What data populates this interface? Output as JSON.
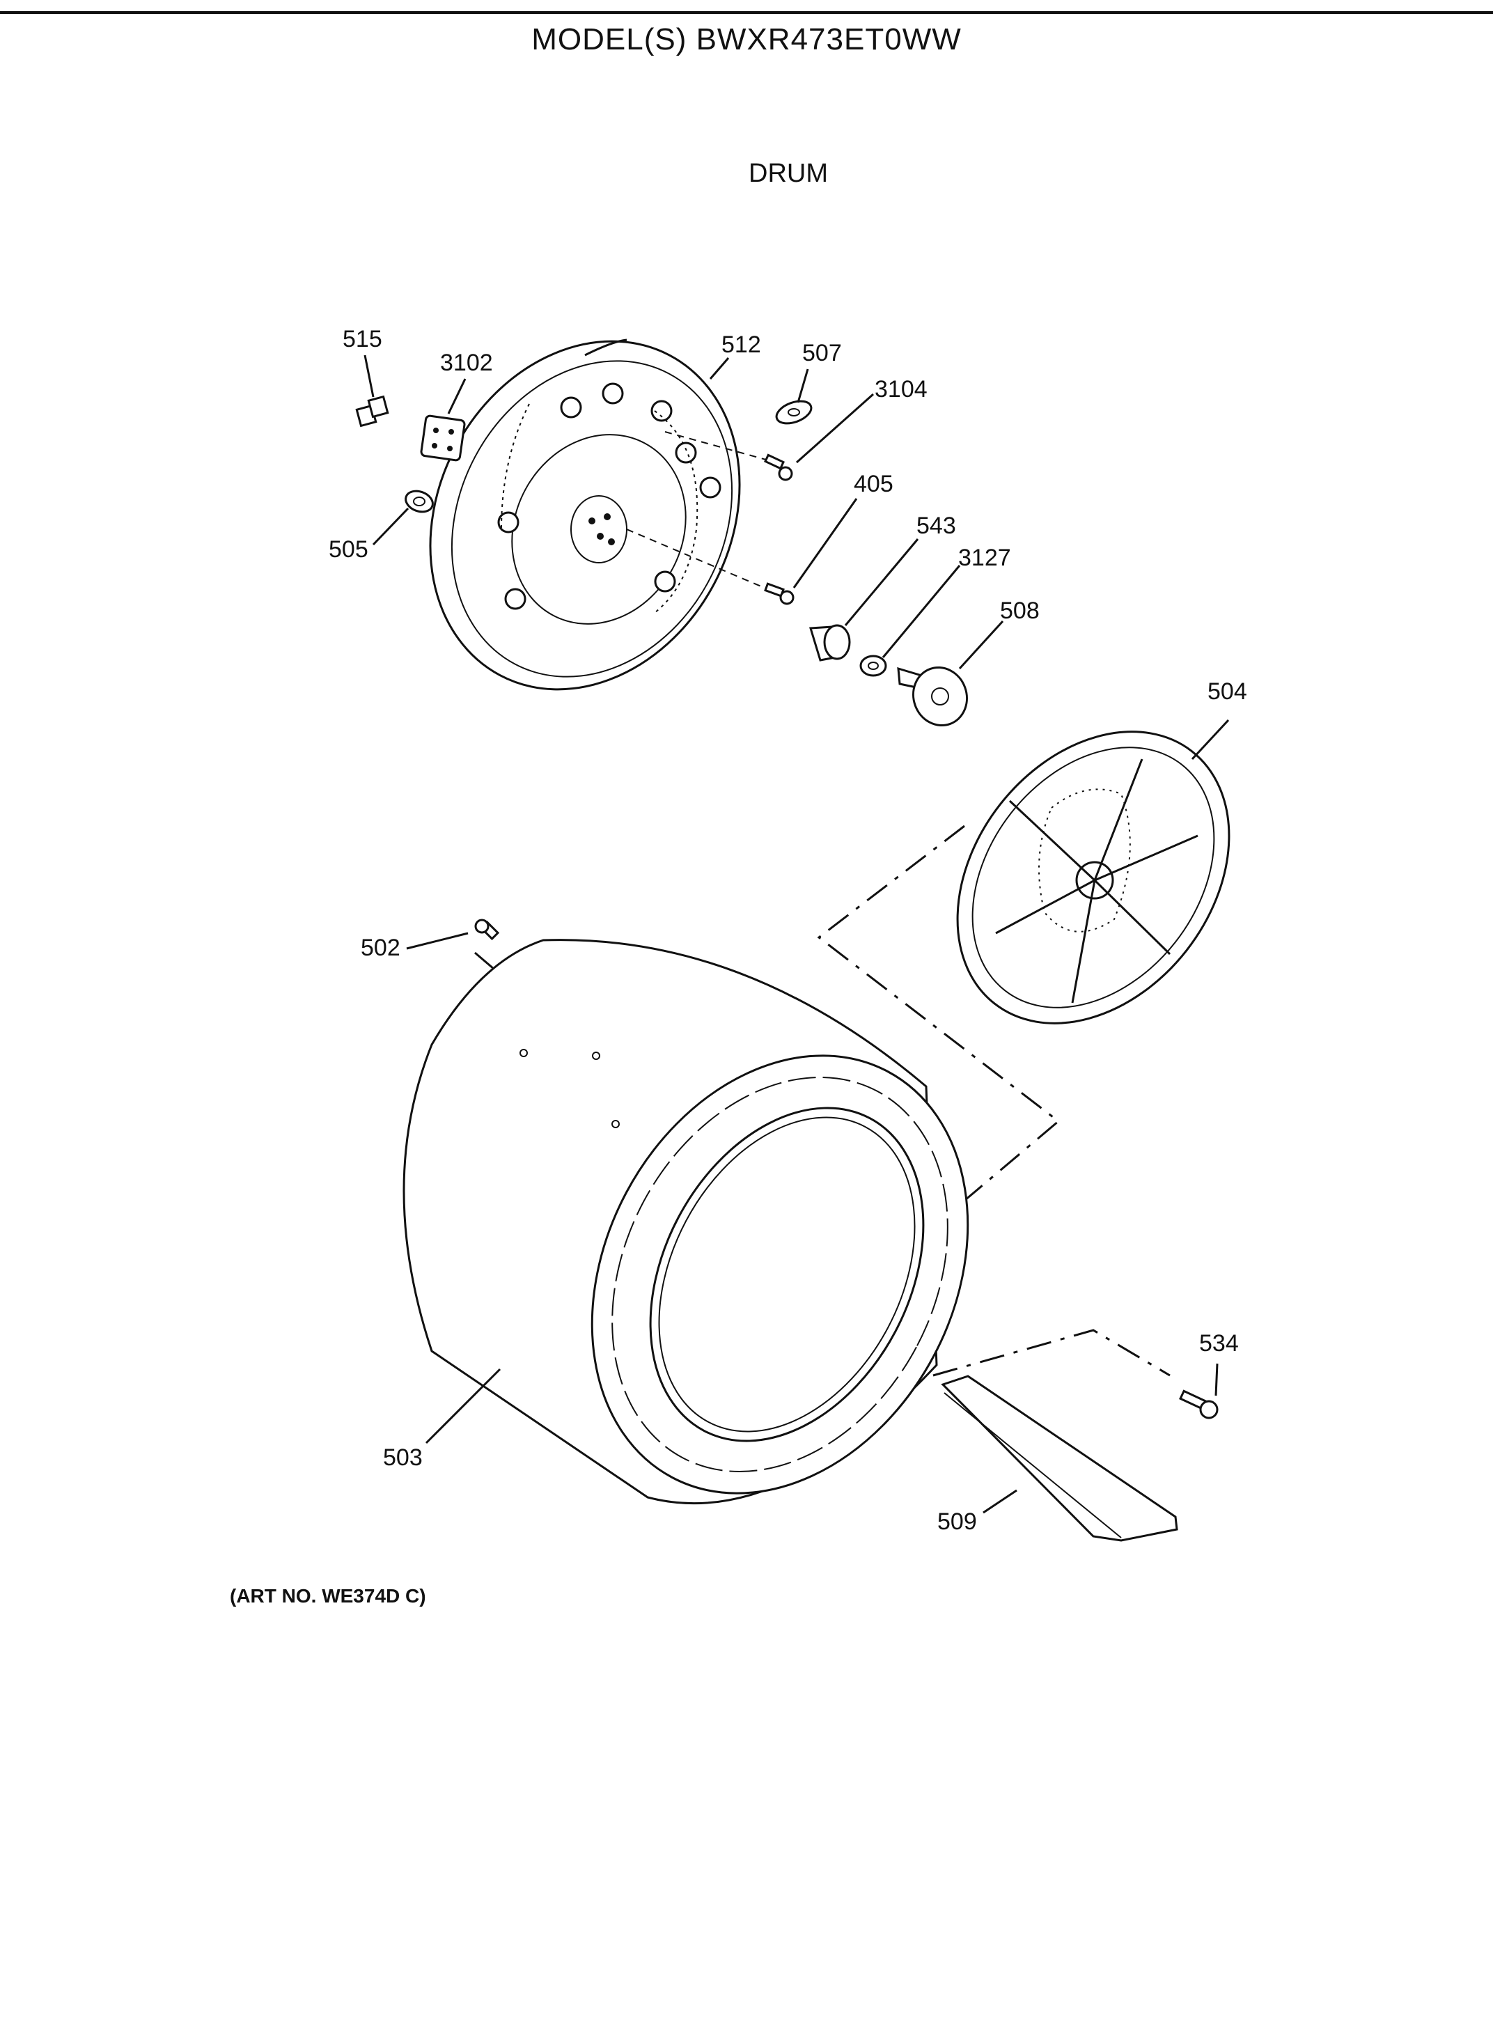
{
  "header": {
    "model": "MODEL(S) BWXR473ET0WW",
    "section": "DRUM"
  },
  "footer": {
    "art_no": "(ART NO. WE374D C)"
  },
  "callouts": {
    "c515": "515",
    "c3102": "3102",
    "c512": "512",
    "c507": "507",
    "c3104": "3104",
    "c505": "505",
    "c405": "405",
    "c543": "543",
    "c3127": "3127",
    "c508": "508",
    "c504": "504",
    "c502": "502",
    "c503": "503",
    "c534": "534",
    "c509": "509"
  }
}
